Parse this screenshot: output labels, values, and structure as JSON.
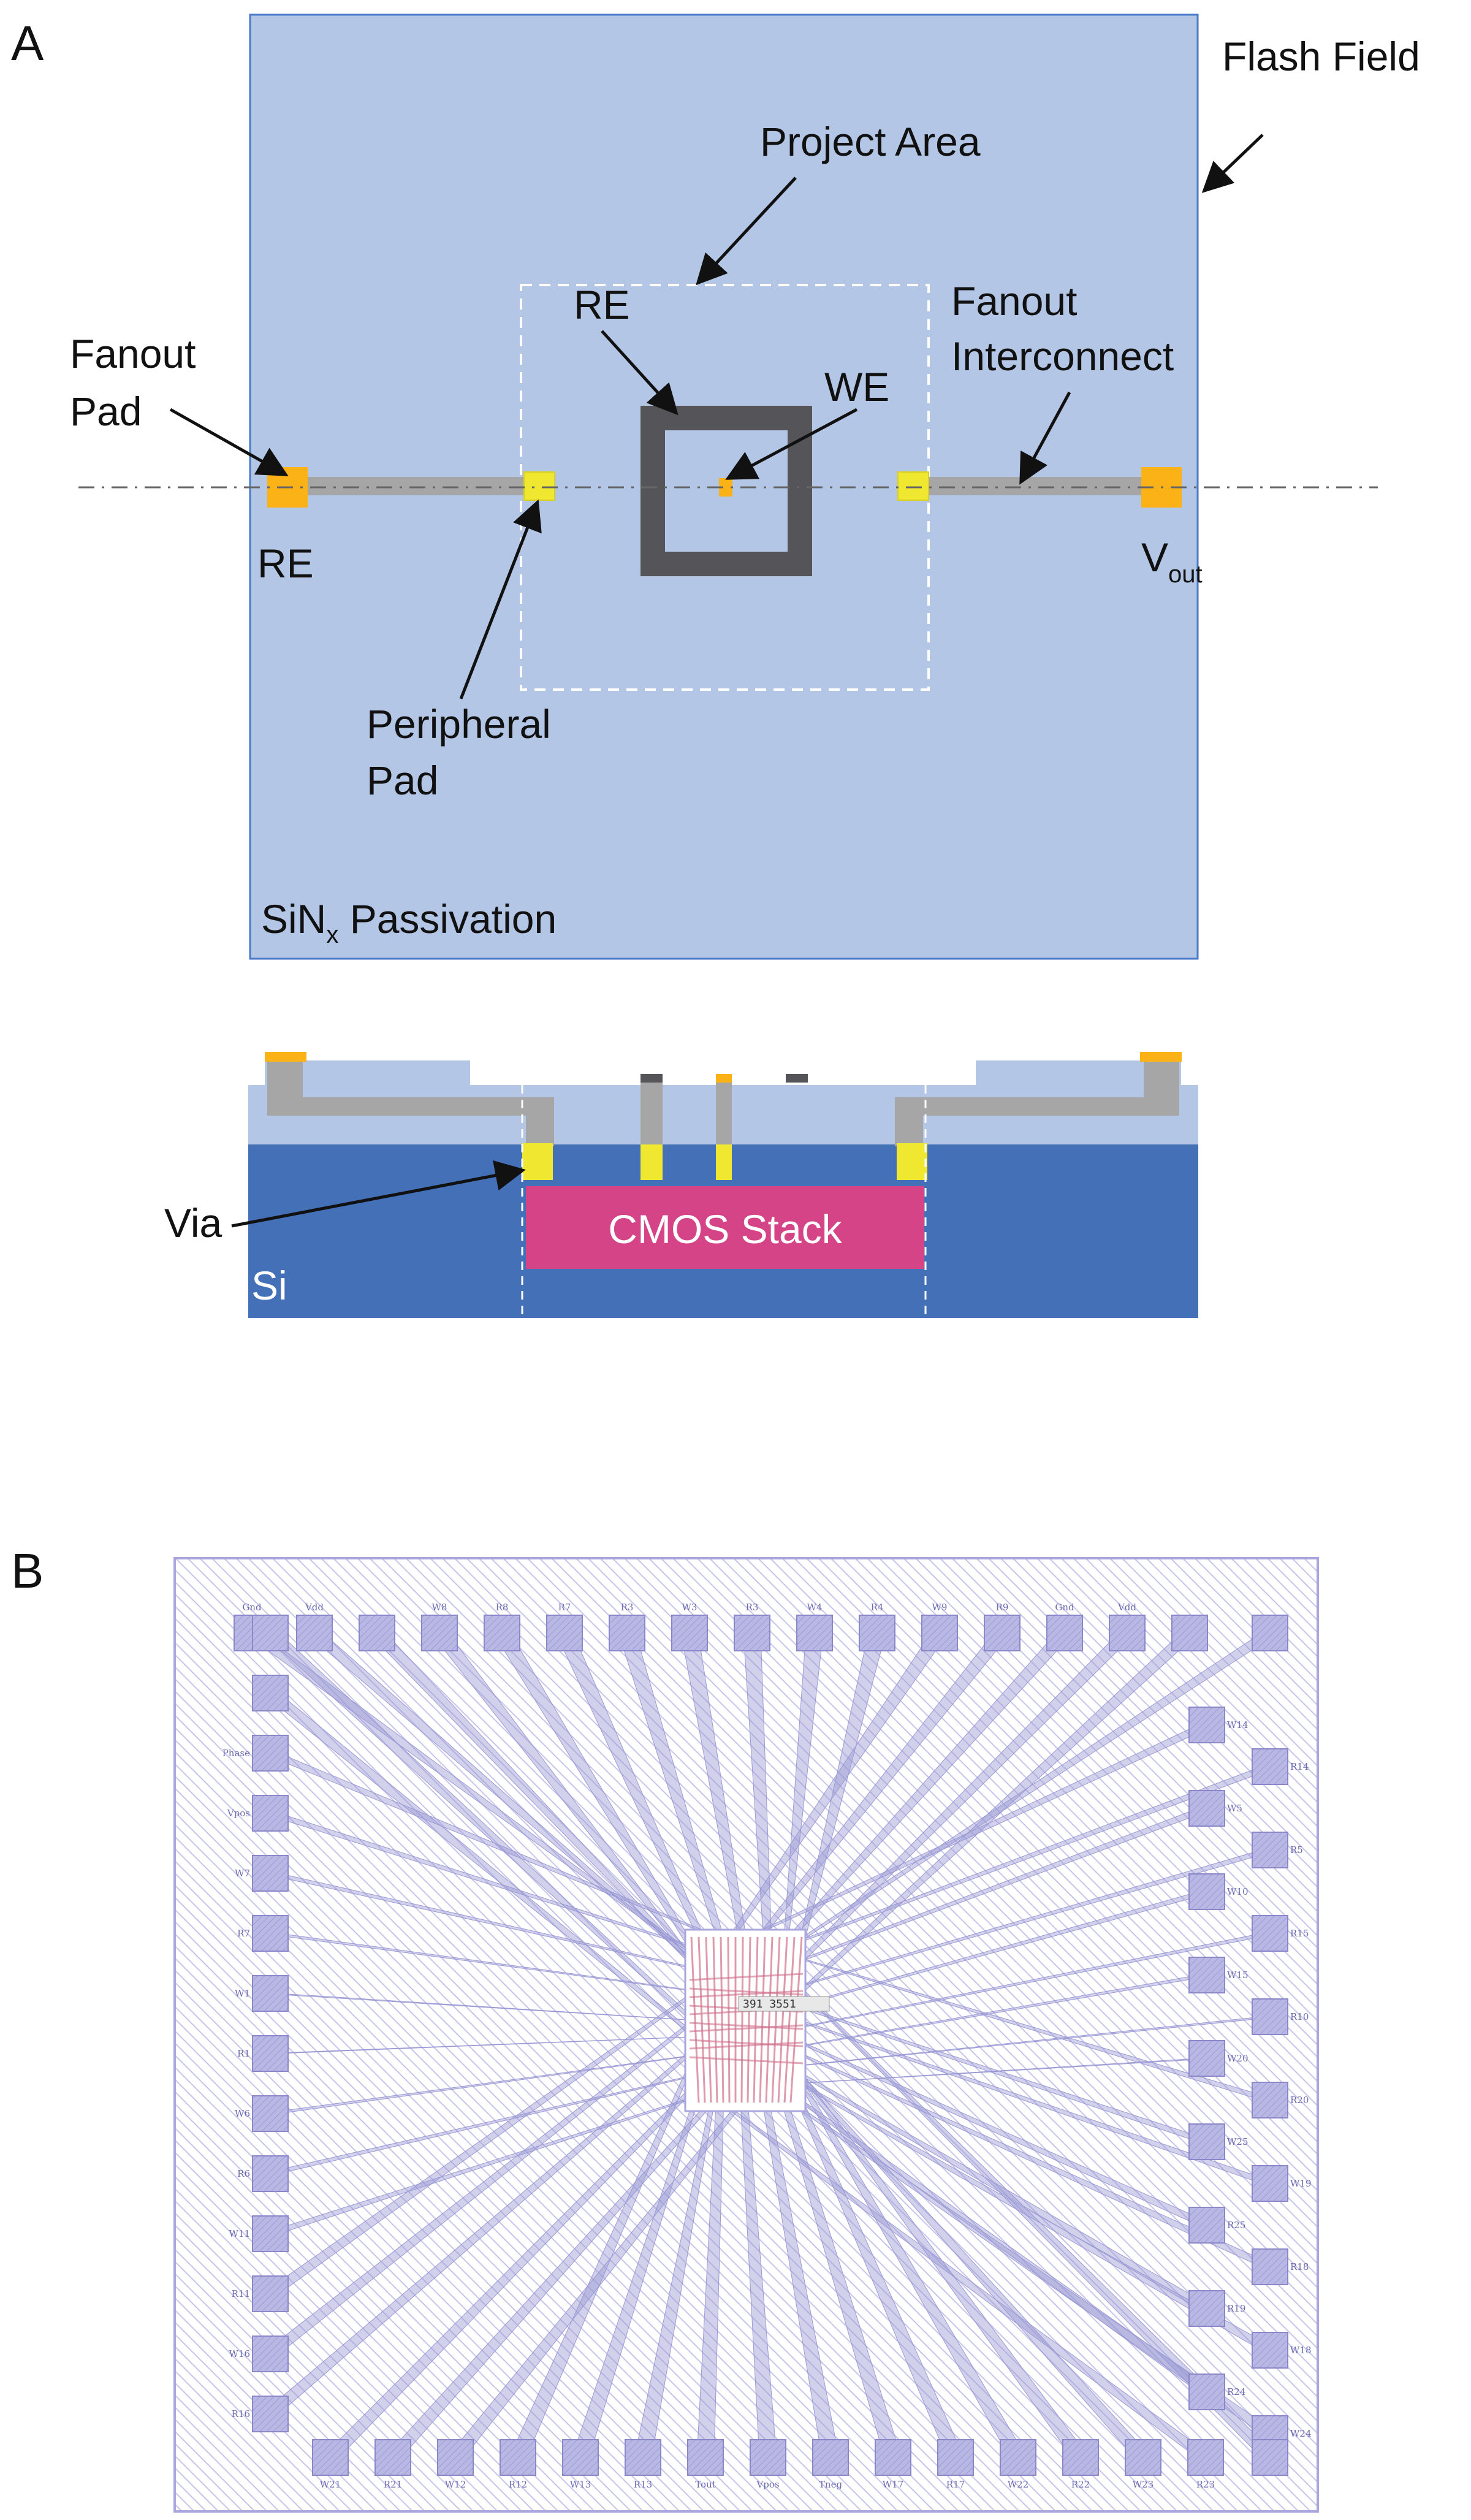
{
  "panel_a": {
    "letter": "A",
    "labels": {
      "flash_field": "Flash Field",
      "project_area": "Project Area",
      "re_top": "RE",
      "we": "WE",
      "fanout_pad_1": "Fanout",
      "fanout_pad_2": "Pad",
      "fanout_interconnect_1": "Fanout",
      "fanout_interconnect_2": "Interconnect",
      "re_pad": "RE",
      "vout_main": "V",
      "vout_sub": "out",
      "peripheral_pad_1": "Peripheral",
      "peripheral_pad_2": "Pad",
      "passivation_main": "SiN",
      "passivation_sub": "x",
      "passivation_rest": " Passivation",
      "via": "Via",
      "cmos_stack": "CMOS Stack",
      "si": "Si"
    },
    "colors": {
      "flash_field": "#b4c6e5",
      "flash_border": "#4a7ac8",
      "pad_orange": "#fbb216",
      "peripheral_yellow": "#f0e830",
      "interconnect_gray": "#a6a6a6",
      "electrode_dark": "#555559",
      "si": "#4470b8",
      "cmos": "#d44487"
    }
  },
  "panel_b": {
    "letter": "B",
    "top_pads": [
      "Gnd",
      "Vdd",
      "",
      "W8",
      "R8",
      "R7",
      "R3",
      "W3",
      "R3",
      "W4",
      "R4",
      "W9",
      "R9",
      "Gnd",
      "Vdd",
      ""
    ],
    "left_pads": [
      "",
      "",
      "Phase",
      "Vpos",
      "W7",
      "R7",
      "W1",
      "R1",
      "W6",
      "R6",
      "W11",
      "R11",
      "W16",
      "R16"
    ],
    "bottom_pads": [
      "W21",
      "R21",
      "W12",
      "R12",
      "W13",
      "R13",
      "Tout",
      "Vpos",
      "Tneg",
      "W17",
      "R17",
      "W22",
      "R22",
      "W23",
      "R23"
    ],
    "right_pads": [
      "W14",
      "R14",
      "W5",
      "R5",
      "W10",
      "R15",
      "W15",
      "R10",
      "W20",
      "R20",
      "W25",
      "W19",
      "R25",
      "R18",
      "R19",
      "W18",
      "R24",
      "W24"
    ],
    "center_readout": "391 3551",
    "colors": {
      "pad_fill": "#b5b3e0",
      "pad_stroke": "#8a88c8",
      "trace": "#9a98d4",
      "center_trace": "#d0708c"
    }
  }
}
